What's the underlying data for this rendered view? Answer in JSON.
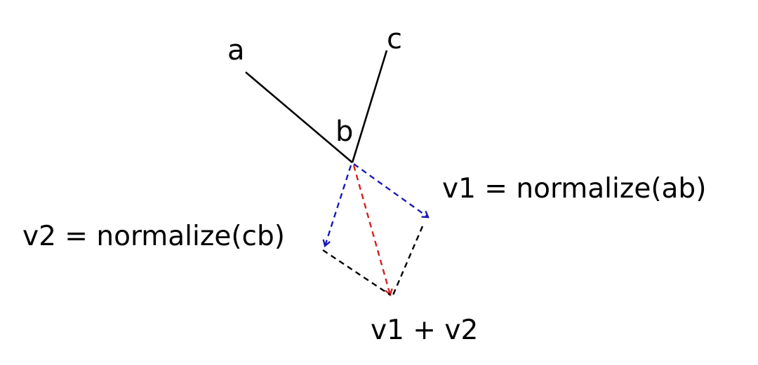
{
  "labels": {
    "a": "a",
    "b": "b",
    "c": "c",
    "v1": "v1 = normalize(ab)",
    "v2": "v2 = normalize(cb)",
    "sum": "v1 + v2"
  },
  "colors": {
    "background": "#ffffff",
    "solid_lines": "#000000",
    "unit_vectors": "#1a1ab4",
    "sum_vector": "#d42020",
    "parallelogram_edges": "#000000"
  }
}
